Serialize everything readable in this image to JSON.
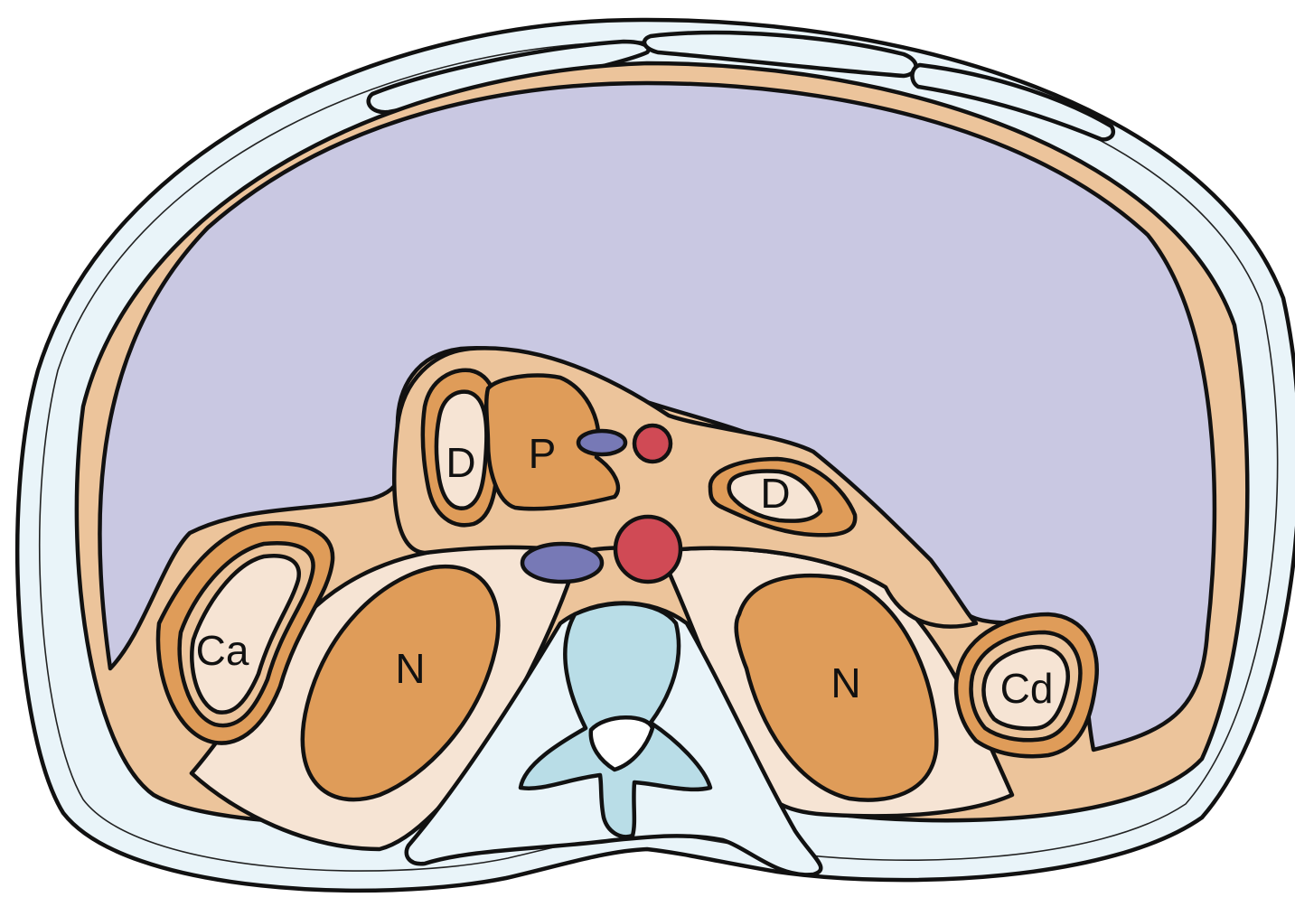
{
  "labels": {
    "pancreas": "P",
    "duodenum_left": "D",
    "duodenum_right": "D",
    "colon_ascending": "Ca",
    "colon_descending": "Cd",
    "kidney_left": "N",
    "kidney_right": "N"
  },
  "colors": {
    "outline": "#111111",
    "skin": "#e9f4f9",
    "muscle_wall": "#ffffff",
    "fat": "#ecc49b",
    "light_fat": "#f6e4d4",
    "peritoneal_cavity": "#c9c8e2",
    "organ": "#df9c59",
    "vein": "#7779b6",
    "artery": "#d04a55",
    "vertebra": "#b9dde7"
  }
}
